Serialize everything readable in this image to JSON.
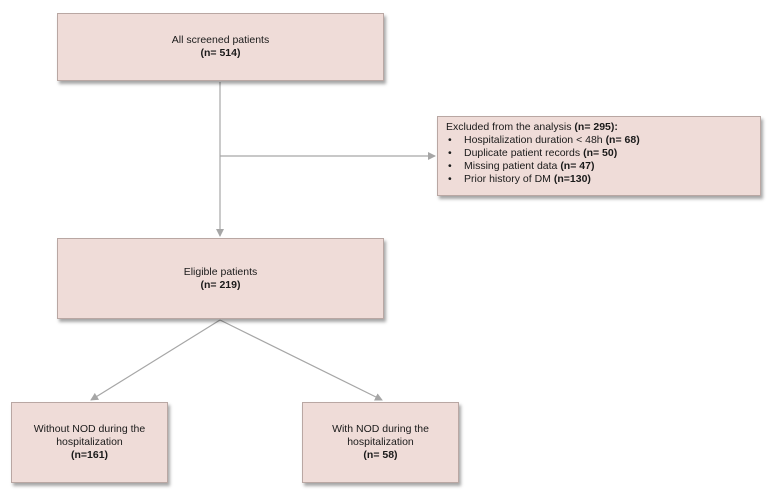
{
  "nodes": {
    "screened": {
      "label": "All screened patients",
      "count": "(n= 514)"
    },
    "excluded": {
      "title_text": "Excluded from the analysis ",
      "title_count": "(n= 295):",
      "items": [
        {
          "text": "Hospitalization duration < 48h ",
          "count": "(n= 68)"
        },
        {
          "text": "Duplicate patient records ",
          "count": "(n= 50)"
        },
        {
          "text": "Missing patient data ",
          "count": "(n= 47)"
        },
        {
          "text": "Prior history of DM ",
          "count": "(n=130)"
        }
      ]
    },
    "eligible": {
      "label": "Eligible patients",
      "count": "(n= 219)"
    },
    "without_nod": {
      "line1": "Without NOD during the",
      "line2": "hospitalization",
      "count": "(n=161)"
    },
    "with_nod": {
      "line1": "With NOD during the",
      "line2": "hospitalization",
      "count": "(n= 58)"
    }
  },
  "colors": {
    "box_fill": "#efdcd8",
    "box_border": "#b9a7a3",
    "connector": "#a6a6a6"
  }
}
